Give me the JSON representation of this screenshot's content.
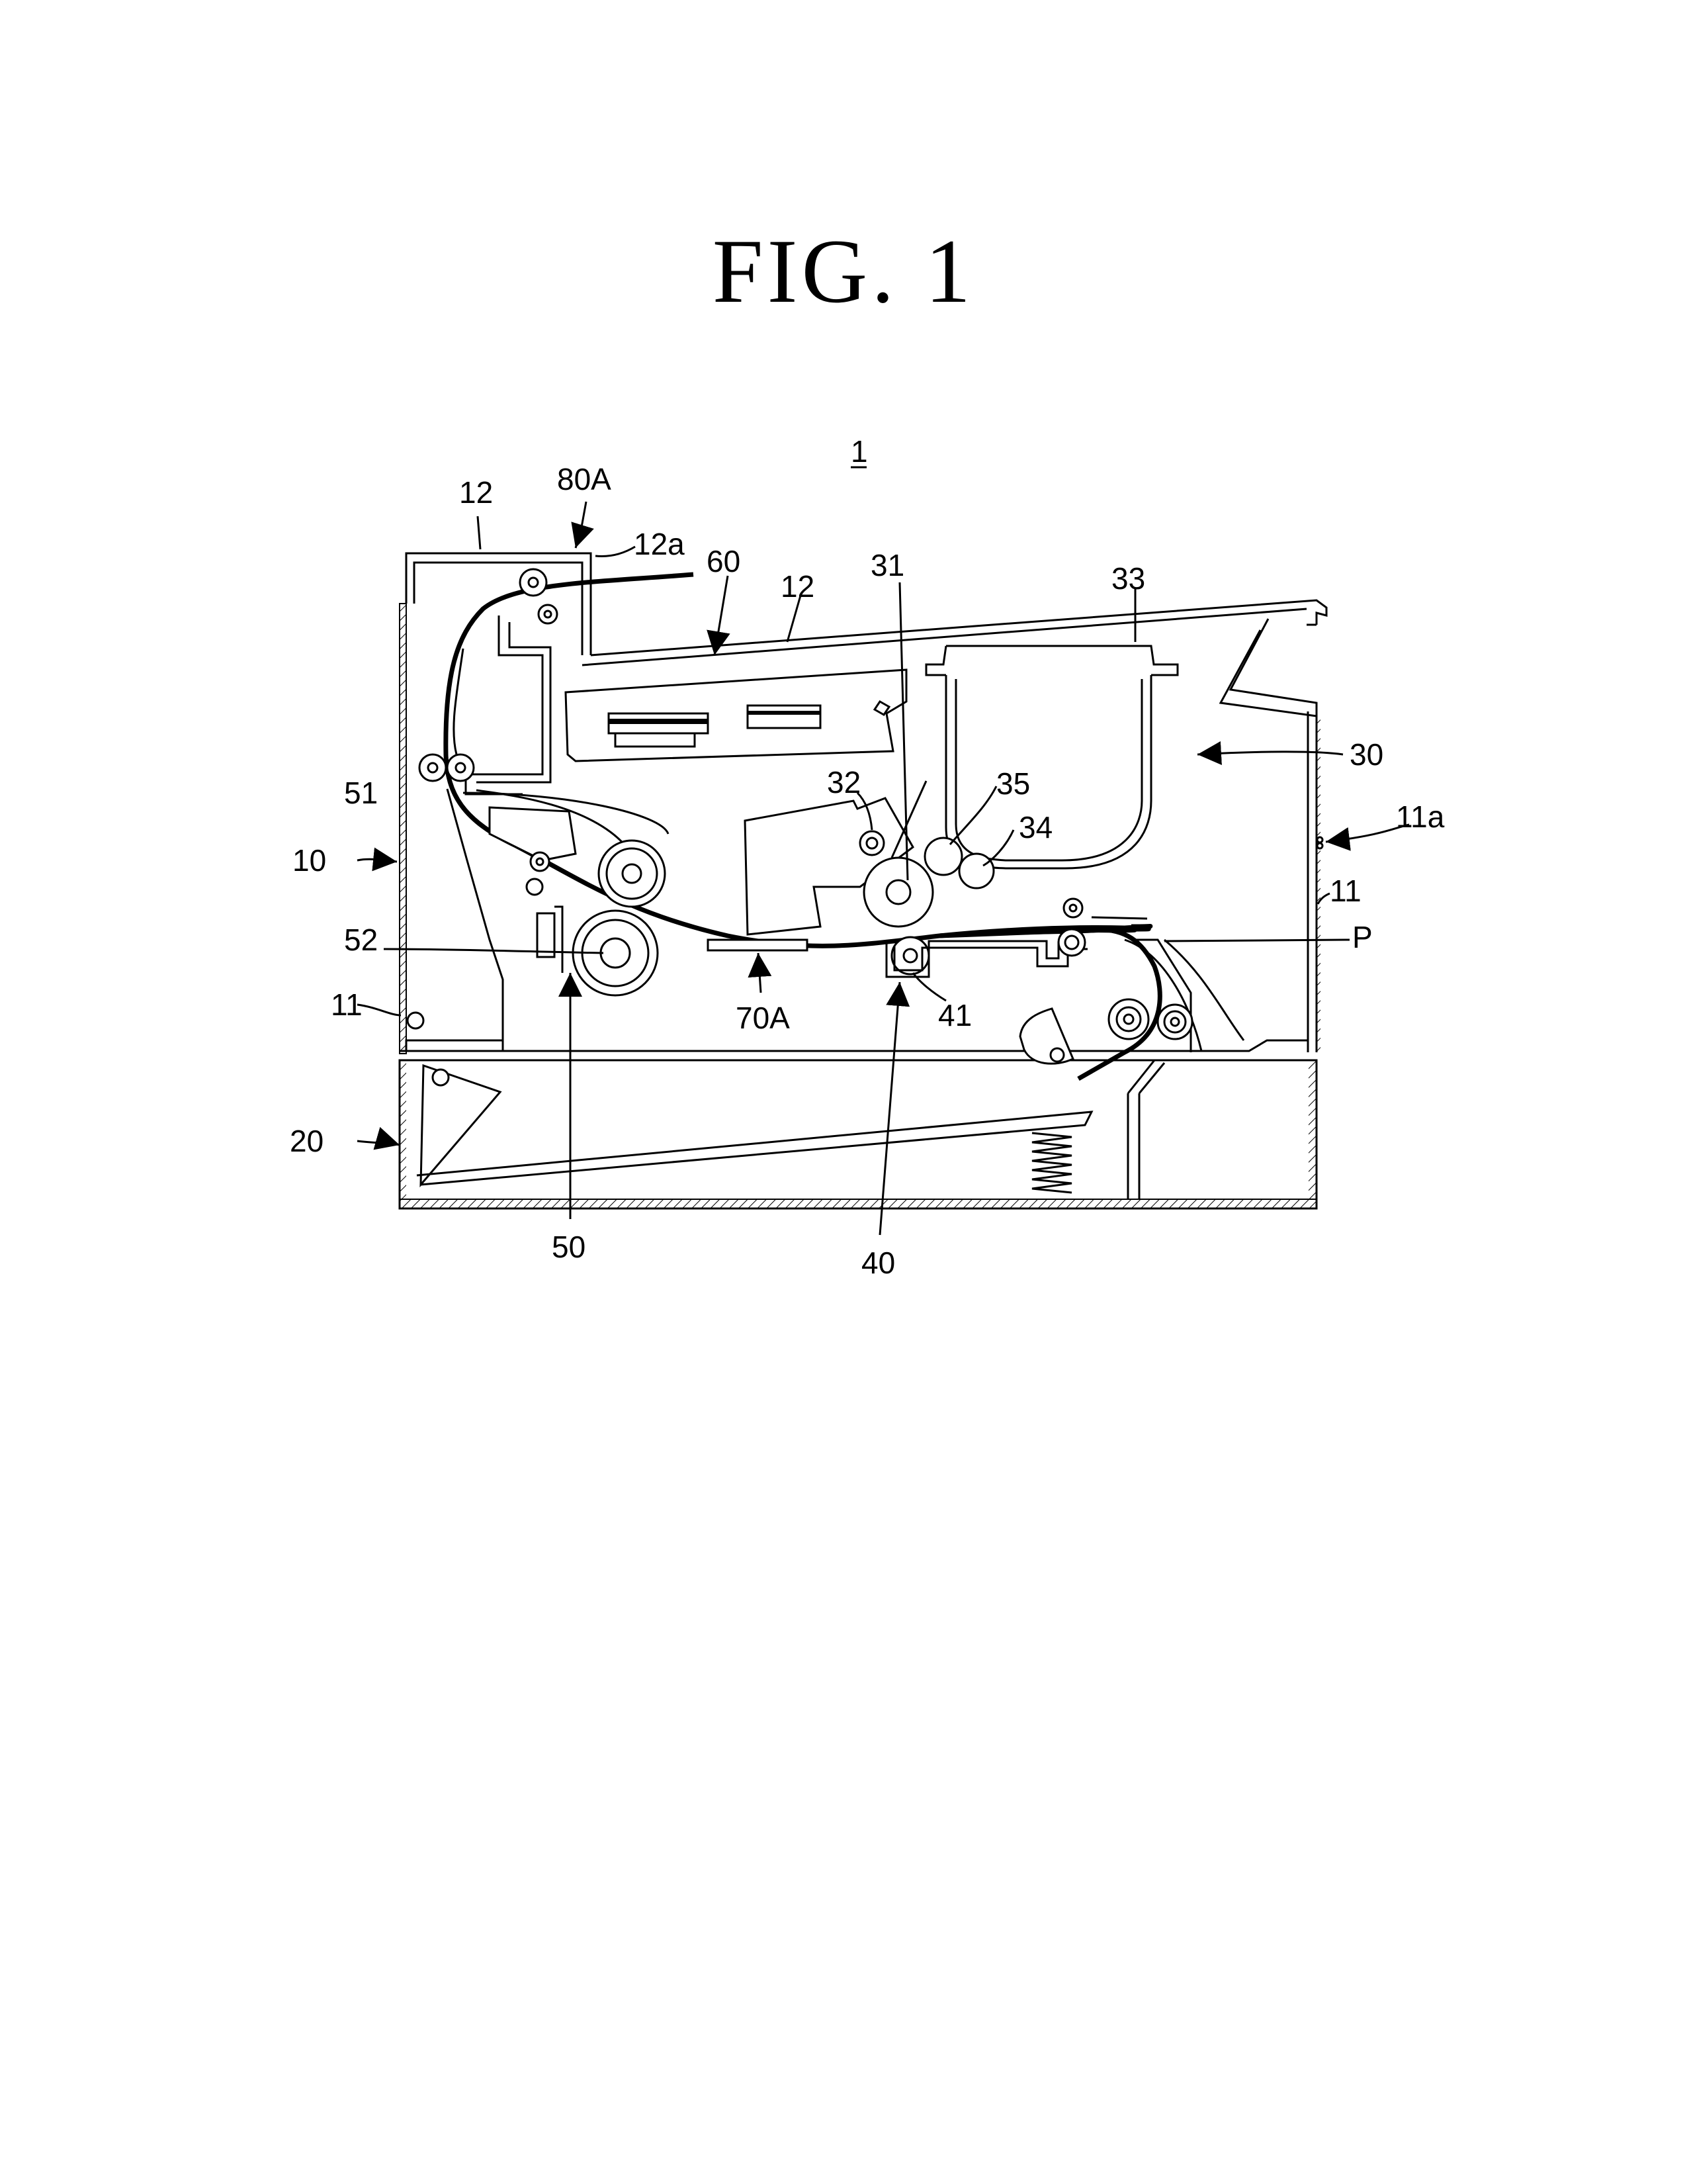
{
  "figure": {
    "title": "FIG.  1",
    "labels": {
      "device": "1",
      "frame_12_top_left": "12",
      "sensor_80A": "80A",
      "opening_12a": "12a",
      "scanner_60": "60",
      "frame_12_top_mid": "12",
      "roller_31": "31",
      "cartridge_cap_33": "33",
      "cartridge_30": "30",
      "roller_32": "32",
      "roller_35": "35",
      "roller_34": "34",
      "slot_11a": "11a",
      "frame_11_right": "11",
      "paper_P": "P",
      "roller_51": "51",
      "body_10": "10",
      "roller_52": "52",
      "frame_11_left": "11",
      "sensor_70A": "70A",
      "roller_41": "41",
      "tray_20": "20",
      "fuser_50": "50",
      "transfer_40": "40"
    }
  },
  "colors": {
    "ink": "#000000",
    "background": "#ffffff"
  }
}
